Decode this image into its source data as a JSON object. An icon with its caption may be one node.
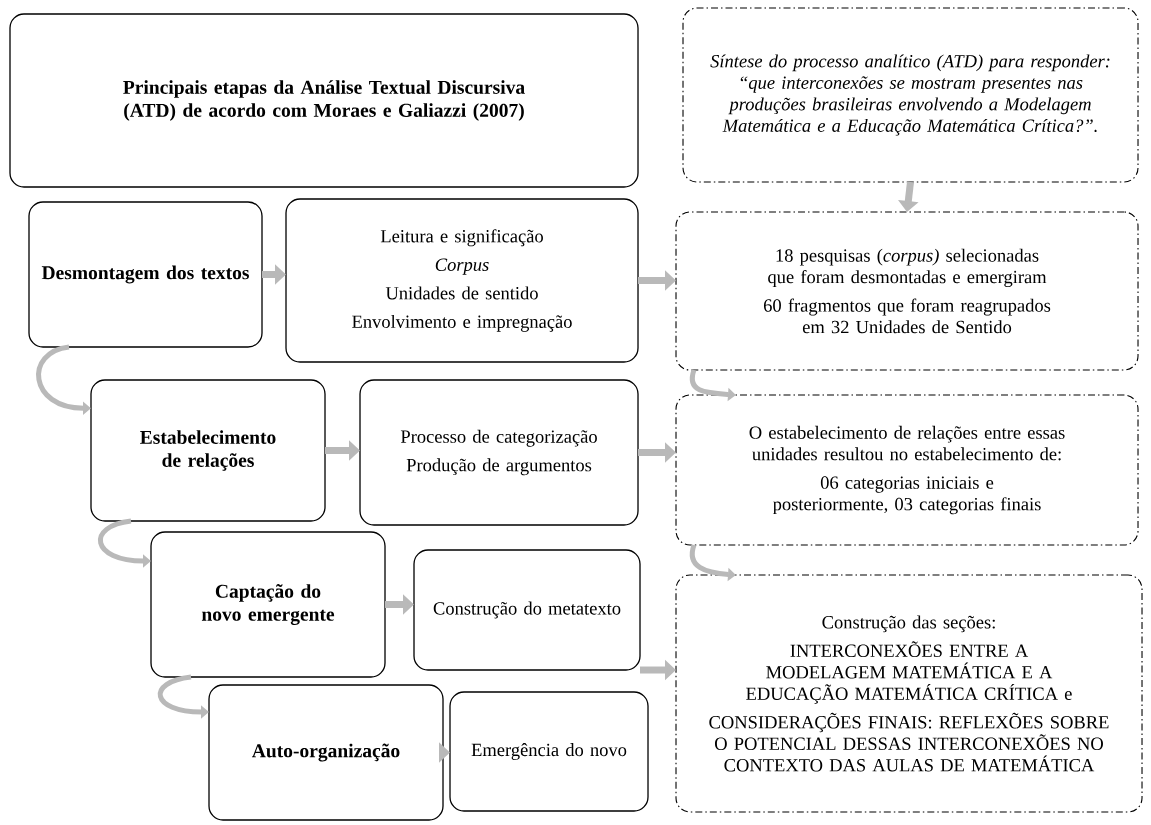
{
  "diagram": {
    "nodes": [
      {
        "text": [
          "Principais etapas da Análise Textual Discursiva (ATD) de acordo com Moraes e Galiazzi (2007)"
        ]
      },
      {
        "text": [
          "Desmontagem dos textos"
        ]
      },
      {
        "text": [
          "Leitura e significação",
          "Corpus",
          "Unidades de sentido",
          "Envolvimento e impregnação"
        ]
      },
      {
        "text": [
          "Síntese do processo analítico (ATD) para responder: “que interconexões se mostram presentes nas produções brasileiras envolvendo a Modelagem Matemática e a Educação Matemática Crítica?”."
        ]
      },
      {
        "text": [
          "18 pesquisas (*corpus)* selecionadas que foram desmontadas e emergiram",
          "60 fragmentos que foram reagrupados em 32 Unidades de Sentido"
        ]
      },
      {
        "text": [
          "Estabelecimento de relações"
        ]
      },
      {
        "text": [
          "Processo de categorização",
          "Produção de argumentos"
        ]
      },
      {
        "text": [
          "O estabelecimento de relações entre essas unidades resultou no estabelecimento de:",
          "06 categorias iniciais e posteriormente, 03 categorias finais"
        ]
      },
      {
        "text": [
          "Captação do novo emergente"
        ]
      },
      {
        "text": [
          "Construção do metatexto"
        ]
      },
      {
        "text": [
          "Construção das seções:",
          "INTERCONEXÕES ENTRE A MODELAGEM MATEMÁTICA E A EDUCAÇÃO MATEMÁTICA CRÍTICA e",
          "CONSIDERAÇÕES FINAIS: REFLEXÕES SOBRE O POTENCIAL DESSAS INTERCONEXÕES NO CONTEXTO DAS AULAS DE MATEMÁTICA"
        ]
      },
      {
        "text": [
          "Auto-organização"
        ]
      },
      {
        "text": [
          "Emergência do novo"
        ]
      }
    ],
    "edges": [
      {
        "from": 1,
        "to": 2,
        "arrow": "to"
      },
      {
        "from": 2,
        "to": 4,
        "arrow": "to"
      },
      {
        "from": 3,
        "to": 4,
        "arrow": "to"
      },
      {
        "from": 1,
        "to": 5,
        "arrow": "to"
      },
      {
        "from": 4,
        "to": 7,
        "arrow": "to"
      },
      {
        "from": 5,
        "to": 6,
        "arrow": "to"
      },
      {
        "from": 6,
        "to": 7,
        "arrow": "to"
      },
      {
        "from": 5,
        "to": 8,
        "arrow": "to"
      },
      {
        "from": 7,
        "to": 10,
        "arrow": "to"
      },
      {
        "from": 8,
        "to": 9,
        "arrow": "to"
      },
      {
        "from": 9,
        "to": 10,
        "arrow": "to"
      },
      {
        "from": 8,
        "to": 11,
        "arrow": "to"
      },
      {
        "from": 11,
        "to": 12,
        "arrow": "to"
      }
    ]
  }
}
